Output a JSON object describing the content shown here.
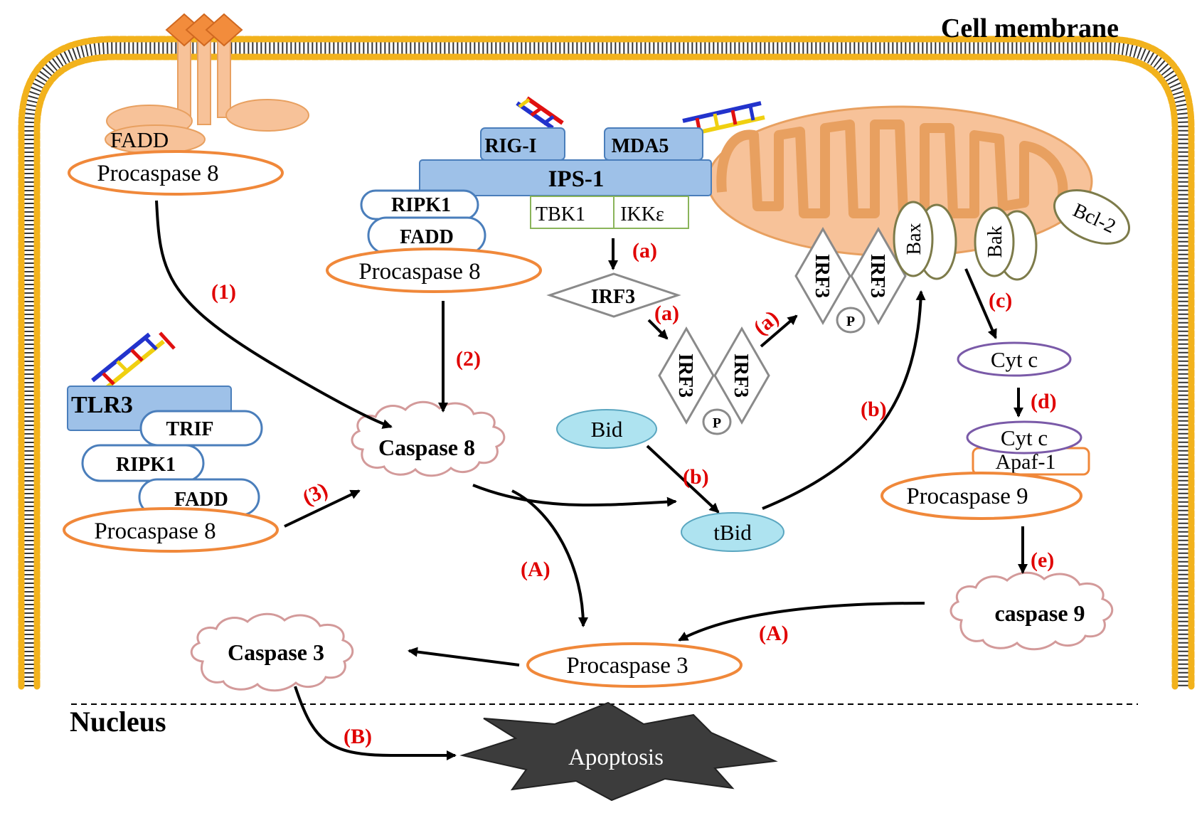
{
  "membrane_label": "Cell membrane",
  "nucleus_label": "Nucleus",
  "apoptosis_label": "Apoptosis",
  "top_left": {
    "fadd": "FADD",
    "procaspase": "Procaspase 8"
  },
  "rig_complex": {
    "rig": "RIG-I",
    "mda5": "MDA5",
    "ips": "IPS-1",
    "ripk1": "RIPK1",
    "fadd": "FADD",
    "procaspase": "Procaspase 8",
    "tbk1": "TBK1",
    "ikk": "IKKε"
  },
  "tlr3_complex": {
    "tlr3": "TLR3",
    "trif": "TRIF",
    "ripk1": "RIPK1",
    "fadd": "FADD",
    "procaspase": "Procaspase 8"
  },
  "caspase8": "Caspase 8",
  "caspase3": "Caspase 3",
  "procaspase3": "Procaspase 3",
  "caspase9": "caspase 9",
  "irf": {
    "irf3": "IRF3",
    "irf3_label": "IRF3",
    "p": "P"
  },
  "bid": "Bid",
  "tbid": "tBid",
  "mito_proteins": {
    "bax": "Bax",
    "bak": "Bak",
    "bcl2": "Bcl-2"
  },
  "cytc": "Cyt c",
  "cytc2": "Cyt c",
  "apaf": "Apaf-1",
  "procaspase9": "Procaspase 9",
  "step_labels": {
    "s1": "(1)",
    "s2": "(2)",
    "s3": "(3)",
    "a1": "(a)",
    "a2": "(a)",
    "a3": "(a)",
    "b1": "(b)",
    "b2": "(b)",
    "c": "(c)",
    "d": "(d)",
    "e": "(e)",
    "A1": "(A)",
    "A2": "(A)",
    "B": "(B)"
  },
  "colors": {
    "membrane_head": "#f2b21c",
    "membrane_tail": "#333333",
    "orange": "#f0883a",
    "mito_fill": "#f7c299",
    "blue_box": "#9ec1e8",
    "blue_border": "#4a7ebb",
    "cyan": "#aee3f0",
    "purple": "#7a5aa8",
    "gray": "#8a8a8a",
    "olive": "#7d7b4a",
    "green": "#8ab45a",
    "pink": "#d39a9a",
    "red": "#e00000"
  }
}
